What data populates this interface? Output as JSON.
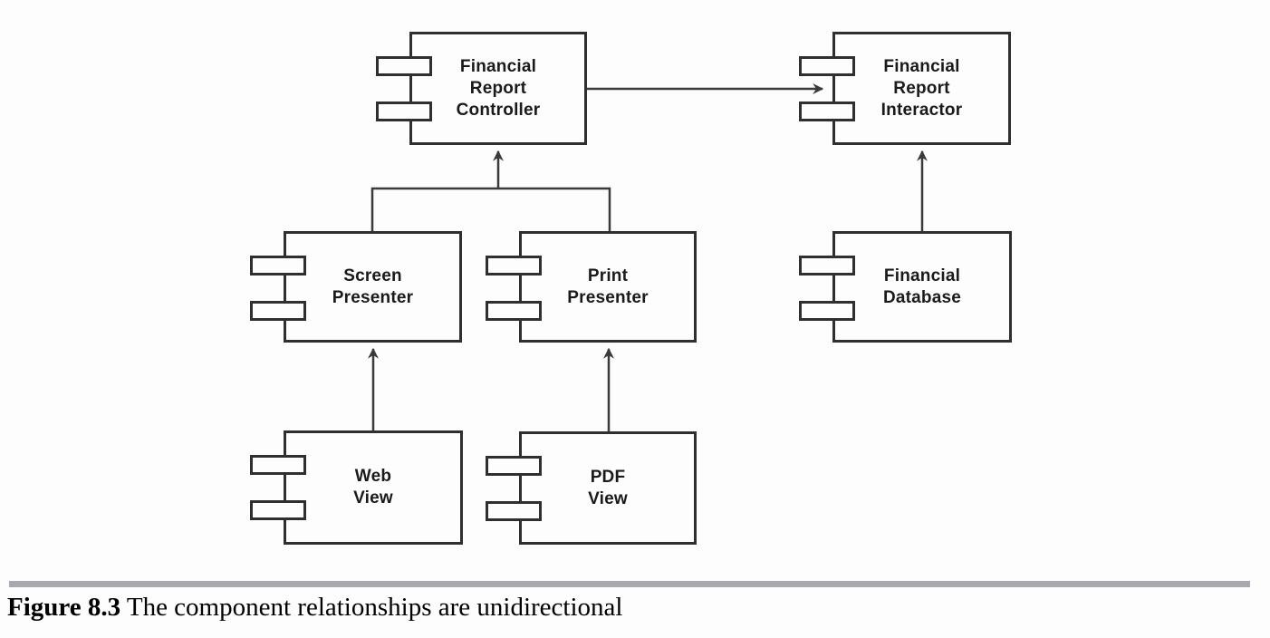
{
  "figure": {
    "caption_label": "Figure 8.3",
    "caption_text": " The component relationships are unidirectional"
  },
  "diagram_type": "uml-component-diagram",
  "components": {
    "controller": {
      "label": "Financial\nReport\nController"
    },
    "interactor": {
      "label": "Financial\nReport\nInteractor"
    },
    "screen_presenter": {
      "label": "Screen\nPresenter"
    },
    "print_presenter": {
      "label": "Print\nPresenter"
    },
    "database": {
      "label": "Financial\nDatabase"
    },
    "web_view": {
      "label": "Web\nView"
    },
    "pdf_view": {
      "label": "PDF\nView"
    }
  },
  "connections": [
    {
      "from": "Financial Report Controller",
      "to": "Financial Report Interactor",
      "direction": "right"
    },
    {
      "from": "Screen Presenter",
      "to": "Financial Report Controller",
      "direction": "up"
    },
    {
      "from": "Print Presenter",
      "to": "Financial Report Controller",
      "direction": "up"
    },
    {
      "from": "Web View",
      "to": "Screen Presenter",
      "direction": "up"
    },
    {
      "from": "PDF View",
      "to": "Print Presenter",
      "direction": "up"
    },
    {
      "from": "Financial Database",
      "to": "Financial Report Interactor",
      "direction": "up"
    }
  ],
  "colors": {
    "box_border": "#2f2f2f",
    "connector": "#3a3a3a",
    "divider_rule": "#a9a9ad",
    "label_text": "#1a1a1a",
    "background": "#fdfdfd"
  }
}
